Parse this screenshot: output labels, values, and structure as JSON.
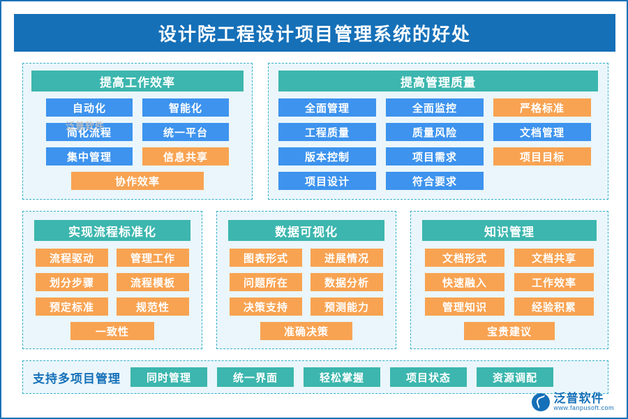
{
  "title": "设计院工程设计项目管理系统的好处",
  "groups": {
    "efficiency": {
      "head": "提高工作效率",
      "chips": [
        {
          "label": "自动化",
          "color": "blue"
        },
        {
          "label": "智能化",
          "color": "blue"
        },
        {
          "label": "简化流程",
          "color": "blue"
        },
        {
          "label": "统一平台",
          "color": "blue"
        },
        {
          "label": "集中管理",
          "color": "blue"
        },
        {
          "label": "信息共享",
          "color": "orange"
        },
        {
          "label": "协作效率",
          "color": "orange",
          "wide": true
        }
      ]
    },
    "quality": {
      "head": "提高管理质量",
      "chips": [
        {
          "label": "全面管理",
          "color": "blue"
        },
        {
          "label": "全面监控",
          "color": "blue"
        },
        {
          "label": "严格标准",
          "color": "orange"
        },
        {
          "label": "工程质量",
          "color": "blue"
        },
        {
          "label": "质量风险",
          "color": "blue"
        },
        {
          "label": "文档管理",
          "color": "blue"
        },
        {
          "label": "版本控制",
          "color": "blue"
        },
        {
          "label": "项目需求",
          "color": "blue"
        },
        {
          "label": "项目目标",
          "color": "orange"
        },
        {
          "label": "项目设计",
          "color": "blue"
        },
        {
          "label": "符合要求",
          "color": "blue"
        }
      ]
    },
    "standard": {
      "head": "实现流程标准化",
      "chips": [
        {
          "label": "流程驱动",
          "color": "orange"
        },
        {
          "label": "管理工作",
          "color": "orange"
        },
        {
          "label": "划分步骤",
          "color": "orange"
        },
        {
          "label": "流程模板",
          "color": "orange"
        },
        {
          "label": "预定标准",
          "color": "orange"
        },
        {
          "label": "规范性",
          "color": "orange"
        },
        {
          "label": "一致性",
          "color": "orange",
          "wide": true
        }
      ]
    },
    "visual": {
      "head": "数据可视化",
      "chips": [
        {
          "label": "图表形式",
          "color": "orange"
        },
        {
          "label": "进展情况",
          "color": "orange"
        },
        {
          "label": "问题所在",
          "color": "orange"
        },
        {
          "label": "数据分析",
          "color": "orange"
        },
        {
          "label": "决策支持",
          "color": "orange"
        },
        {
          "label": "预测能力",
          "color": "orange"
        },
        {
          "label": "准确决策",
          "color": "orange",
          "wide": true
        }
      ]
    },
    "knowledge": {
      "head": "知识管理",
      "chips": [
        {
          "label": "文档形式",
          "color": "orange"
        },
        {
          "label": "文档共享",
          "color": "orange"
        },
        {
          "label": "快速融入",
          "color": "orange"
        },
        {
          "label": "工作效率",
          "color": "orange"
        },
        {
          "label": "管理知识",
          "color": "orange"
        },
        {
          "label": "经验积累",
          "color": "orange"
        },
        {
          "label": "宝贵建议",
          "color": "orange",
          "wide": true
        }
      ]
    },
    "bottom": {
      "label": "支持多项目管理",
      "chips": [
        {
          "label": "同时管理"
        },
        {
          "label": "统一界面"
        },
        {
          "label": "轻松掌握"
        },
        {
          "label": "项目状态"
        },
        {
          "label": "资源调配"
        }
      ]
    }
  },
  "watermark": {
    "text": "泛普软件",
    "logo_main": "泛普软件",
    "logo_sub": "www.fanpusoft.com"
  },
  "colors": {
    "title_bg": "#1570b8",
    "head_bg": "#3cb6ae",
    "chip_blue": "#3d93ee",
    "chip_orange": "#f8a352",
    "panel_bg": "#eaf6fb",
    "dash_border": "#37b0c9"
  }
}
